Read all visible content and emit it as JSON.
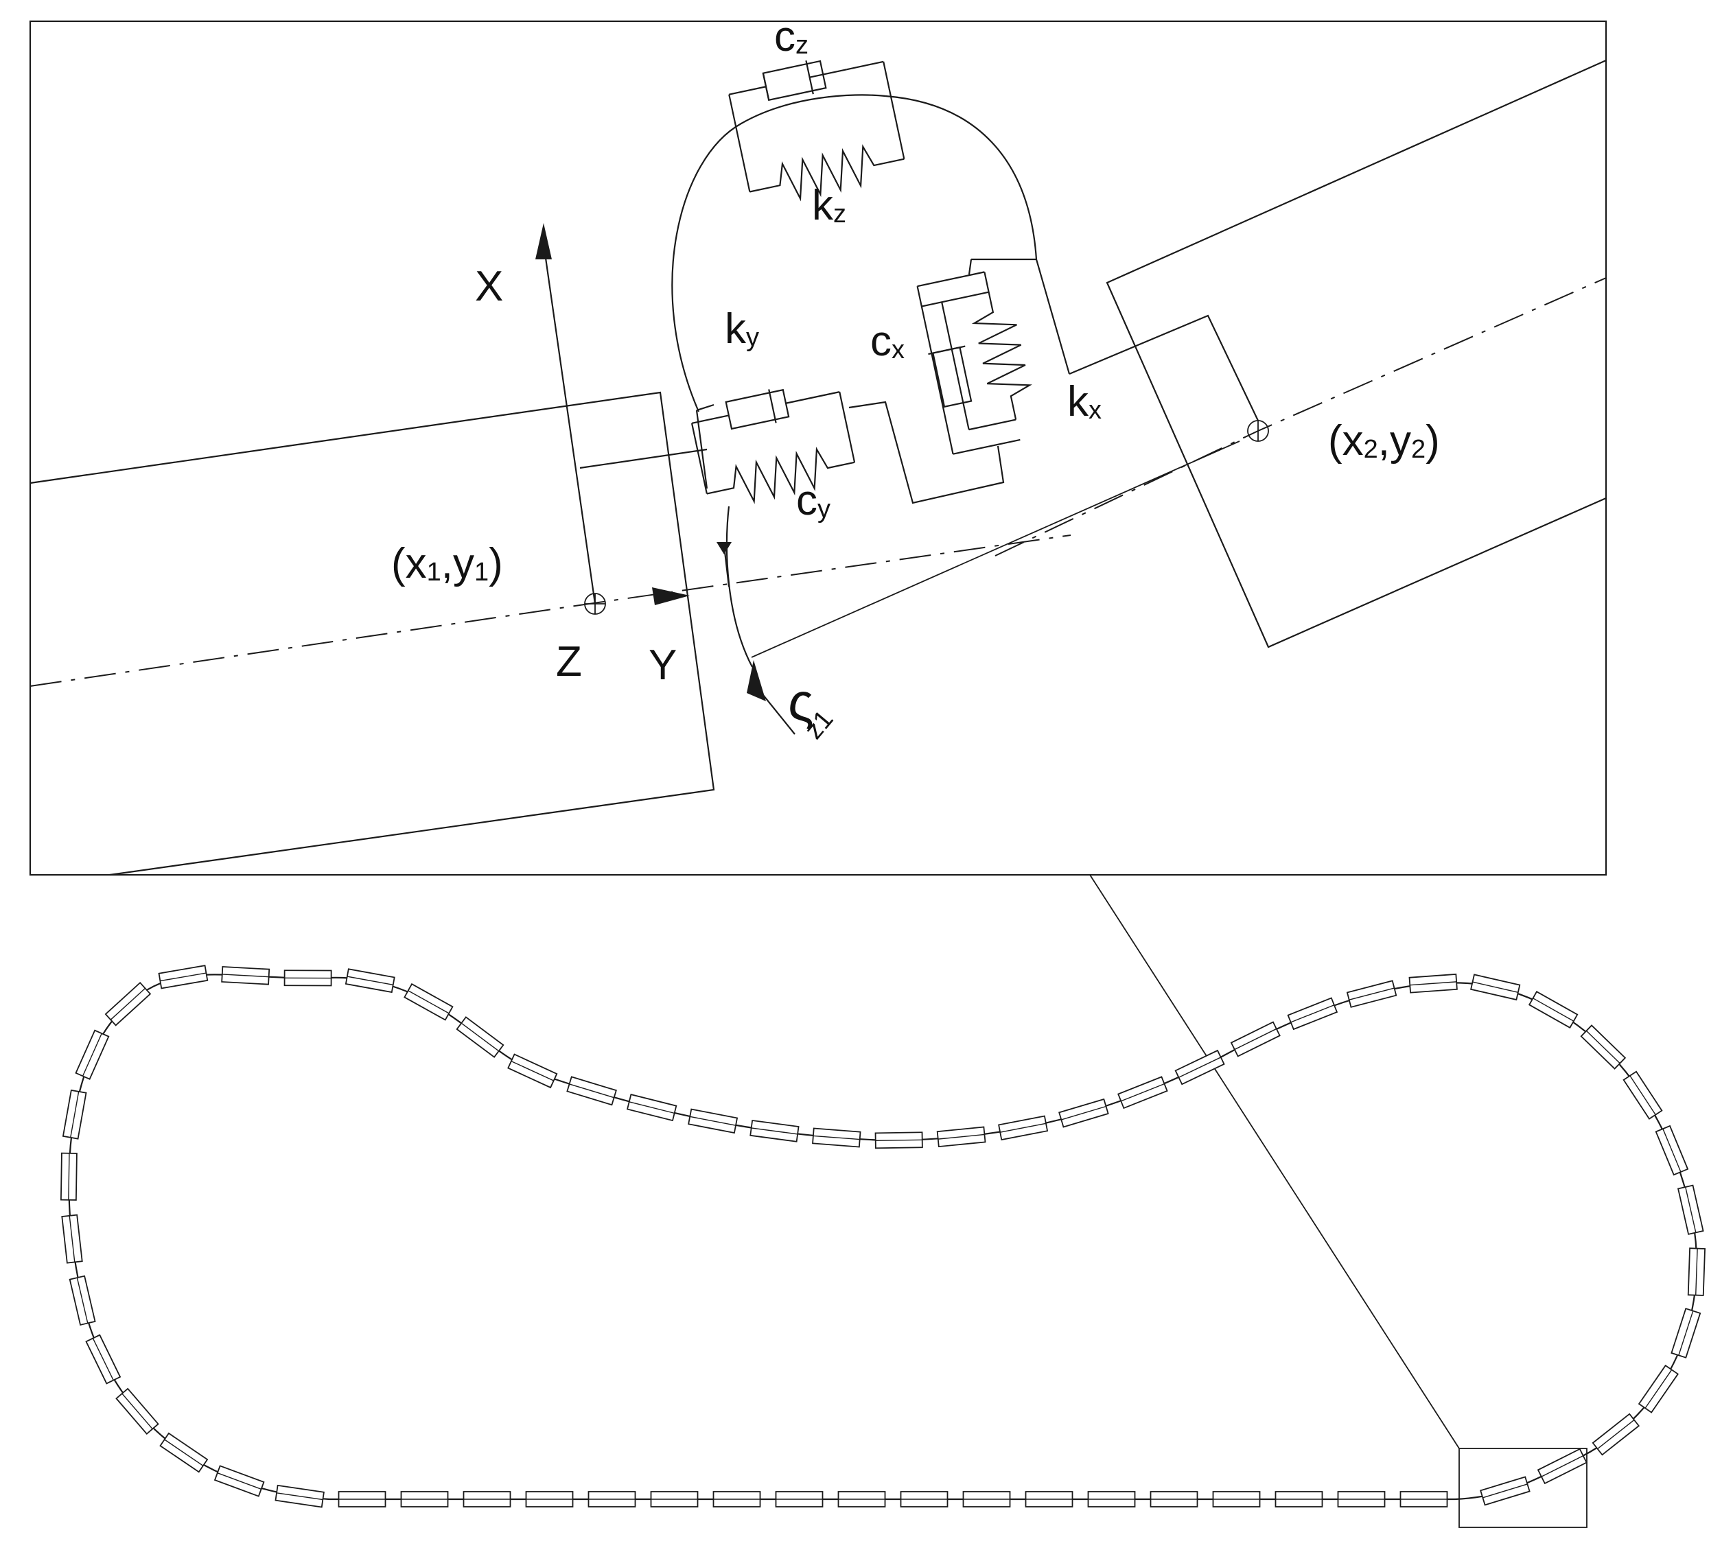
{
  "detail_labels": {
    "cz": {
      "base": "c",
      "sub": "z"
    },
    "kz": {
      "base": "k",
      "sub": "z"
    },
    "ky": {
      "base": "k",
      "sub": "y"
    },
    "cx": {
      "base": "c",
      "sub": "x"
    },
    "kx": {
      "base": "k",
      "sub": "x"
    },
    "cy": {
      "base": "c",
      "sub": "y"
    },
    "axis_x": "X",
    "axis_y": "Y",
    "axis_z": "Z",
    "theta_sym": "ς",
    "theta_sub": "z1",
    "point1": {
      "open": "(x",
      "s1": "1",
      "mid": ",y",
      "s2": "1",
      "close": ")"
    },
    "point2": {
      "open": "(x",
      "s1": "2",
      "mid": ",y",
      "s2": "2",
      "close": ")"
    }
  },
  "colors": {
    "line": "#1a1a1a",
    "background": "#ffffff"
  }
}
